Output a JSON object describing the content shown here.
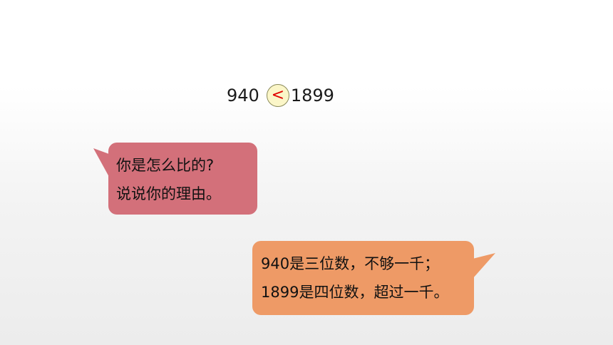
{
  "comparison": {
    "left_number": "940",
    "symbol": "<",
    "right_number": "1899"
  },
  "question_bubble": {
    "line1": "你是怎么比的?",
    "line2": "说说你的理由。"
  },
  "answer_bubble": {
    "line1": "940是三位数，不够一千；",
    "line2": "1899是四位数，超过一千。"
  },
  "colors": {
    "question_bubble": "#d3707a",
    "answer_bubble": "#ee9a66",
    "symbol_circle": "#fbf6c8",
    "symbol_text": "#e00000"
  }
}
